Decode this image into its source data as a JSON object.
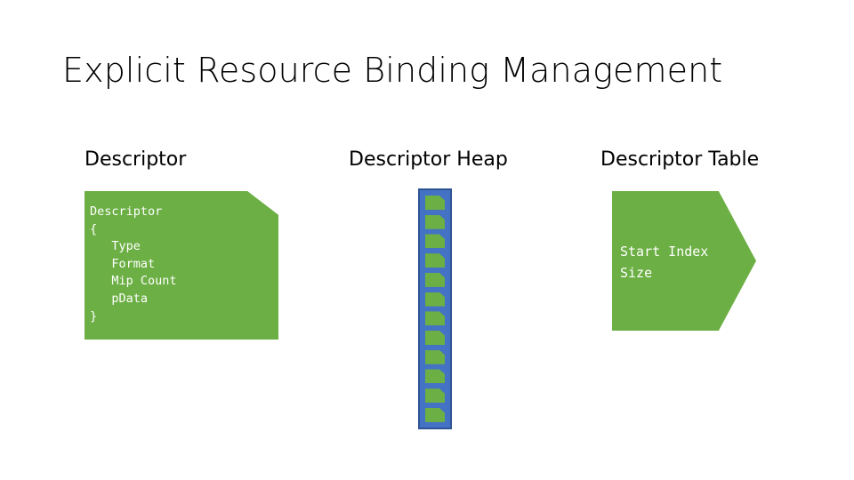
{
  "slide": {
    "title": "Explicit Resource Binding Management",
    "background_color": "#FFFFFF",
    "accent_green": "#6CAF44",
    "accent_blue": "#4472C4",
    "accent_blue_border": "#2F5496",
    "text_color": "#000000",
    "shape_text_color": "#FFFFFF"
  },
  "columns": {
    "descriptor": {
      "heading": "Descriptor",
      "code": "Descriptor\n{\n   Type\n   Format\n   Mip Count\n   pData\n}"
    },
    "descriptor_heap": {
      "heading": "Descriptor Heap",
      "slot_count": 12,
      "slots": [
        "descriptor-slot-1",
        "descriptor-slot-2",
        "descriptor-slot-3",
        "descriptor-slot-4",
        "descriptor-slot-5",
        "descriptor-slot-6",
        "descriptor-slot-7",
        "descriptor-slot-8",
        "descriptor-slot-9",
        "descriptor-slot-10",
        "descriptor-slot-11",
        "descriptor-slot-12"
      ]
    },
    "descriptor_table": {
      "heading": "Descriptor Table",
      "fields": "Start Index\nSize"
    }
  }
}
